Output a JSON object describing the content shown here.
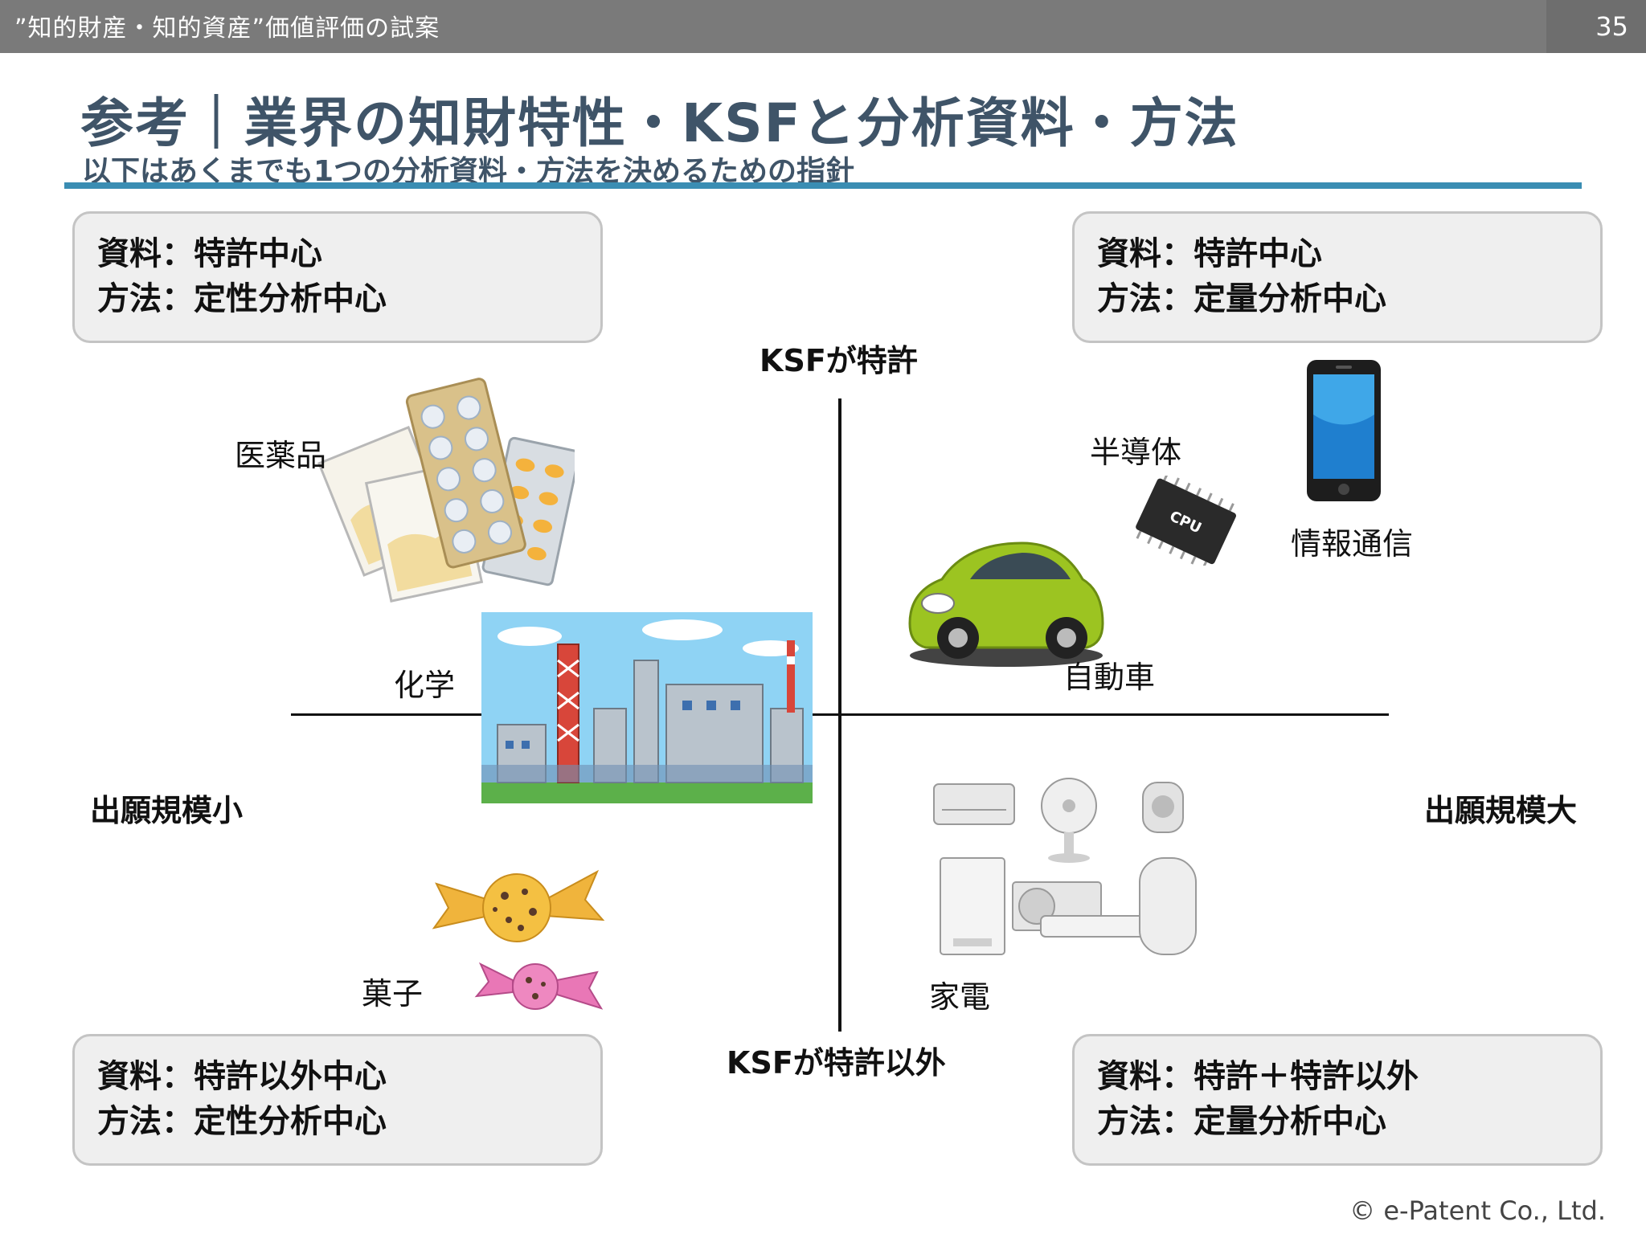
{
  "header": {
    "series_title": "”知的財産・知的資産”価値評価の試案",
    "page_number": "35"
  },
  "title": "参考｜業界の知財特性・KSFと分析資料・方法",
  "subtitle": "以下はあくまでも1つの分析資料・方法を決めるための指針",
  "quadrants": {
    "top_left": {
      "line1": "資料：特許中心",
      "line2": "方法：定性分析中心"
    },
    "top_right": {
      "line1": "資料：特許中心",
      "line2": "方法：定量分析中心"
    },
    "bottom_left": {
      "line1": "資料：特許以外中心",
      "line2": "方法：定性分析中心"
    },
    "bottom_right": {
      "line1": "資料：特許＋特許以外",
      "line2": "方法：定量分析中心"
    }
  },
  "axes": {
    "top": "KSFが特許",
    "bottom": "KSFが特許以外",
    "left": "出願規模小",
    "right": "出願規模大"
  },
  "industries": {
    "pharma": "医薬品",
    "chemical": "化学",
    "confectionery": "菓子",
    "semiconductor": "半導体",
    "info_comm": "情報通信",
    "automobile": "自動車",
    "appliances": "家電"
  },
  "cpu_chip_text": "CPU",
  "footer": {
    "copyright": "© e-Patent Co., Ltd."
  },
  "colors": {
    "header_bar": "#7a7a7a",
    "title_text": "#3f5468",
    "title_rule": "#3a8db3",
    "box_fill": "#efefef"
  }
}
